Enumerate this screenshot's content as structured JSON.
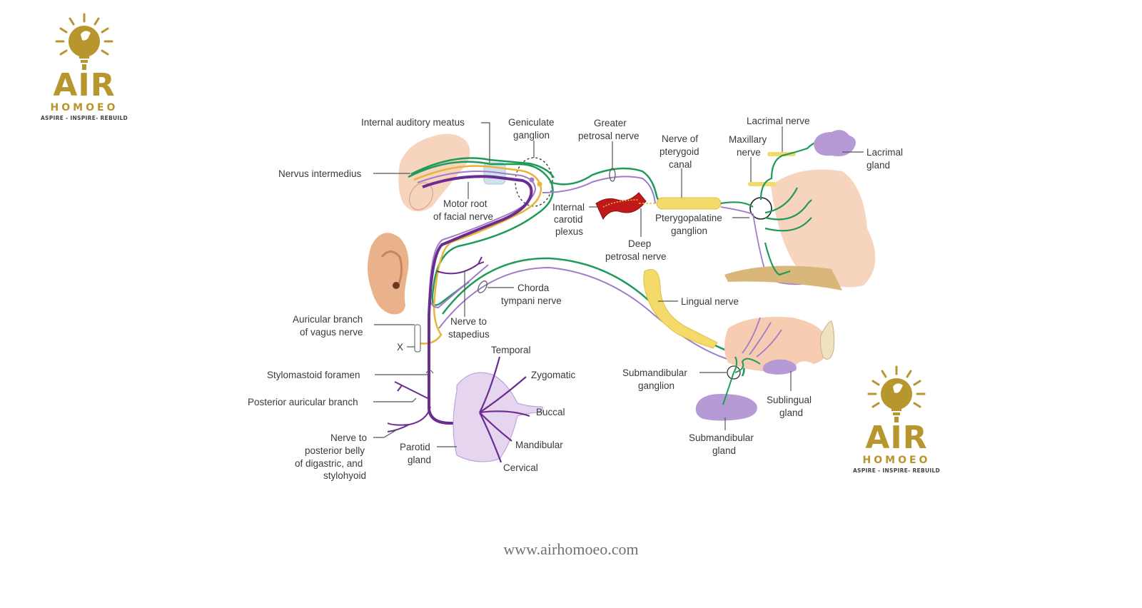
{
  "logos": {
    "top_left": {
      "brand": "AIR",
      "name": "HOMOEO",
      "tagline": "ASPIRE - INSPIRE- REBUILD"
    },
    "bottom_right": {
      "brand": "AIR",
      "name": "HOMOEO",
      "tagline": "ASPIRE - INSPIRE- REBUILD"
    }
  },
  "colors": {
    "brand_gold": "#b8962e",
    "nerve_green": "#1f9a5a",
    "nerve_purple": "#6a2c91",
    "nerve_light_purple": "#a07cc8",
    "nerve_yellow": "#e8b43a",
    "gland_lavender": "#b69ad6",
    "skin": "#f3c9ad"
  },
  "diagram": {
    "title": "Facial nerve pathway",
    "labels": {
      "internal_auditory_meatus": "Internal auditory meatus",
      "geniculate_ganglion_1": "Geniculate",
      "geniculate_ganglion_2": "ganglion",
      "greater_petrosal_1": "Greater",
      "greater_petrosal_2": "petrosal nerve",
      "nerve_pterygoid_1": "Nerve of",
      "nerve_pterygoid_2": "pterygoid",
      "nerve_pterygoid_3": "canal",
      "lacrimal_nerve": "Lacrimal nerve",
      "maxillary_nerve_1": "Maxillary",
      "maxillary_nerve_2": "nerve",
      "lacrimal_gland_1": "Lacrimal",
      "lacrimal_gland_2": "gland",
      "nervus_intermedius": "Nervus intermedius",
      "motor_root_1": "Motor root",
      "motor_root_2": "of facial nerve",
      "internal_carotid_1": "Internal",
      "internal_carotid_2": "carotid",
      "internal_carotid_3": "plexus",
      "pterygopalatine_1": "Pterygopalatine",
      "pterygopalatine_2": "ganglion",
      "deep_petrosal_1": "Deep",
      "deep_petrosal_2": "petrosal nerve",
      "chorda_tympani_1": "Chorda",
      "chorda_tympani_2": "tympani nerve",
      "lingual_nerve": "Lingual nerve",
      "auricular_vagus_1": "Auricular branch",
      "auricular_vagus_2": "of vagus nerve",
      "nerve_stapedius_1": "Nerve to",
      "nerve_stapedius_2": "stapedius",
      "x_marker": "X",
      "temporal": "Temporal",
      "zygomatic": "Zygomatic",
      "buccal": "Buccal",
      "mandibular": "Mandibular",
      "cervical": "Cervical",
      "stylomastoid": "Stylomastoid foramen",
      "posterior_auricular": "Posterior auricular branch",
      "digastric_1": "Nerve to",
      "digastric_2": "posterior belly",
      "digastric_3": "of digastric, and",
      "digastric_4": "stylohyoid",
      "parotid_1": "Parotid",
      "parotid_2": "gland",
      "submandibular_ganglion_1": "Submandibular",
      "submandibular_ganglion_2": "ganglion",
      "sublingual_gland_1": "Sublingual",
      "sublingual_gland_2": "gland",
      "submandibular_gland_1": "Submandibular",
      "submandibular_gland_2": "gland"
    }
  },
  "footer": {
    "url": "www.airhomoeo.com"
  }
}
